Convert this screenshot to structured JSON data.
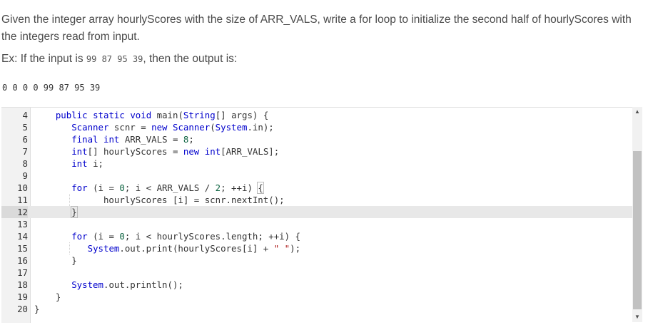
{
  "prompt": {
    "text": "Given the integer array hourlyScores with the size of ARR_VALS, write a for loop to initialize the second half of hourlyScores with the integers read from input."
  },
  "example": {
    "prefix": "Ex: If the input is ",
    "input": "99 87 95 39",
    "suffix": ", then the output is:"
  },
  "output": {
    "text": "0 0 0 0 99 87 95 39"
  },
  "editor": {
    "lines": [
      {
        "num": "4",
        "code": "    public static void main(String[] args) {"
      },
      {
        "num": "5",
        "code": "       Scanner scnr = new Scanner(System.in);"
      },
      {
        "num": "6",
        "code": "       final int ARR_VALS = 8;"
      },
      {
        "num": "7",
        "code": "       int[] hourlyScores = new int[ARR_VALS];"
      },
      {
        "num": "8",
        "code": "       int i;"
      },
      {
        "num": "9",
        "code": ""
      },
      {
        "num": "10",
        "code": "       for (i = 0; i < ARR_VALS / 2; ++i) {"
      },
      {
        "num": "11",
        "code": "             hourlyScores [i] = scnr.nextInt();"
      },
      {
        "num": "12",
        "code": "       }"
      },
      {
        "num": "13",
        "code": ""
      },
      {
        "num": "14",
        "code": "       for (i = 0; i < hourlyScores.length; ++i) {"
      },
      {
        "num": "15",
        "code": "          System.out.print(hourlyScores[i] + \" \");"
      },
      {
        "num": "16",
        "code": "       }"
      },
      {
        "num": "17",
        "code": ""
      },
      {
        "num": "18",
        "code": "       System.out.println();"
      },
      {
        "num": "19",
        "code": "    }"
      },
      {
        "num": "20",
        "code": "}"
      }
    ],
    "active_line": "12"
  },
  "scrollbar": {
    "up_icon": "triangle-up-icon",
    "down_icon": "triangle-down-icon"
  }
}
